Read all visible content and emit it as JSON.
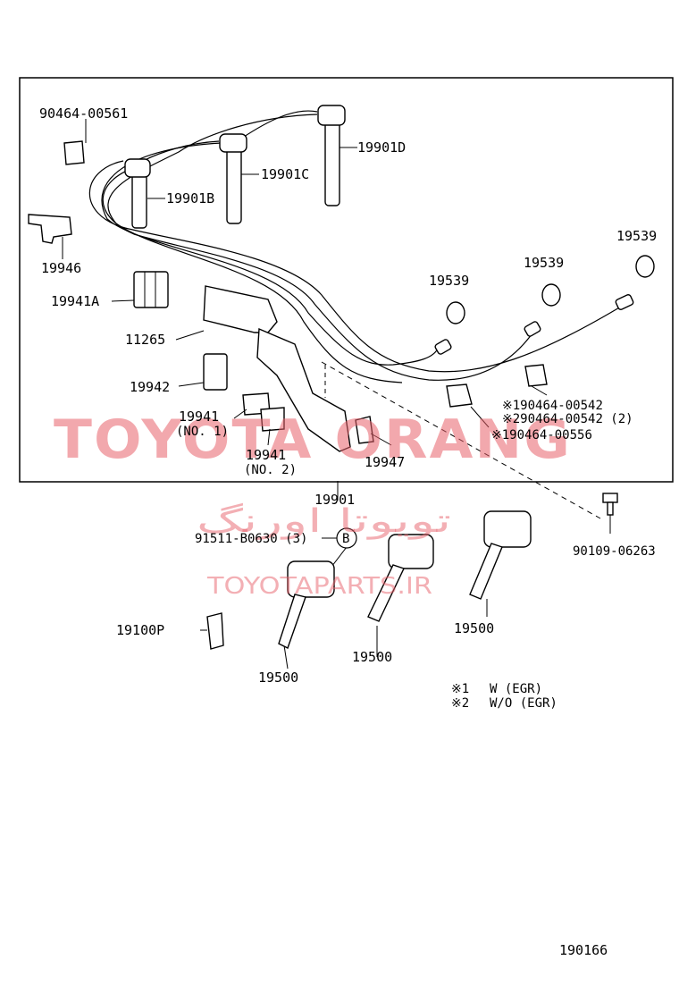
{
  "labels": {
    "p90464_00561": "90464-00561",
    "p19901D": "19901D",
    "p19901C": "19901C",
    "p19901B": "19901B",
    "p19946": "19946",
    "p19941A": "19941A",
    "p11265": "11265",
    "p19539_a": "19539",
    "p19539_b": "19539",
    "p19539_c": "19539",
    "p19942": "19942",
    "p19941_no1": "19941",
    "p19941_no1_sub": "(NO. 1)",
    "p19941_no2": "19941",
    "p19941_no2_sub": "(NO. 2)",
    "p19947": "19947",
    "note1_part": "※190464-00542",
    "note2_part": "※290464-00542 (2)",
    "note1_part_b": "※190464-00556",
    "p19901": "19901",
    "p91511": "91511-B0630 (3)",
    "callout_b": "B",
    "p90109": "90109-06263",
    "p19100P": "19100P",
    "p19500_a": "19500",
    "p19500_b": "19500",
    "p19500_c": "19500",
    "diagram_id": "190166"
  },
  "legend": [
    {
      "mark": "※1",
      "text": "W (EGR)"
    },
    {
      "mark": "※2",
      "text": "W/O (EGR)"
    }
  ],
  "watermark": {
    "brand": "TOYOTA ORANG",
    "persian": "تویوتا اورنگ",
    "url": "TOYOTAPARTS.IR",
    "color": "#e8606a"
  }
}
